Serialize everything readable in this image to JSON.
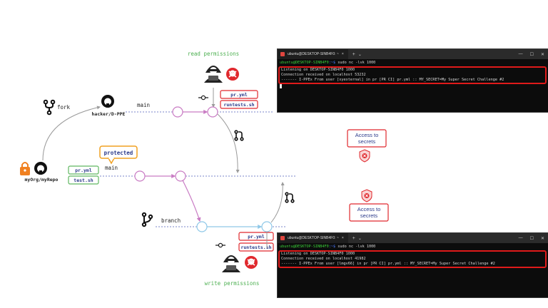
{
  "labels": {
    "read_permissions": "read permissions",
    "write_permissions": "write permissions",
    "fork": "fork",
    "main_top": "main",
    "main_mid": "main",
    "branch": "branch",
    "hacker_repo": "hacker/D-PPE",
    "org_repo": "myOrg/myRepo",
    "protected": "protected",
    "file_pr_top": "pr.yml",
    "file_run_top": "runtests.sh",
    "file_pr_left": "pr.yml",
    "file_test_left": "test.sh",
    "file_pr_bottom": "pr.yml",
    "file_run_bottom": "runtests.sh",
    "access_top_1": "Access to",
    "access_top_2": "secrets",
    "access_bottom_1": "Access to",
    "access_bottom_2": "secrets"
  },
  "colors": {
    "red": "#e0282d",
    "blue_box": "#2b3a8a",
    "green_box": "#5fb760",
    "orange": "#f0a020",
    "main_line": "#c97cc4",
    "branch_line": "#8fc8e8",
    "gray_line": "#9a9a9a",
    "terminal_bg": "#0c0c0c"
  },
  "terminal_top": {
    "tab_title": "ubuntu@DESKTOP-SINB4F0: ~",
    "prompt_user": "ubuntu@DESKTOP-SINB4F0",
    "prompt_path": ":~$",
    "command": " sudo nc -lvk 1000",
    "line1": "Listening on DESKTOP-SINB4F0 1000",
    "line2": "Connection received on localhost 53232",
    "line3": "------- I-PPEx From user [xyexternal] in pr [PR CI] pr.yml :: MY_SECRET=My Super Secret Challenge #2"
  },
  "terminal_bottom": {
    "tab_title": "ubuntu@DESKTOP-SINB4F0: ~",
    "prompt_user": "ubuntu@DESKTOP-SINB4F0",
    "prompt_path": ":~$",
    "command": " sudo nc -lvk 1000",
    "line1": "Listening on DESKTOP-SINB4F0 1000",
    "line2": "Connection received on localhost 41982",
    "line3": "------- I-PPEx From user [lmgv66] in pr [PR CI] pr.yml :: MY_SECRET=My Super Secret Challenge #2"
  },
  "icons": {
    "fork": "git-fork-icon",
    "branch": "git-branch-icon",
    "merge": "pull-request-icon",
    "commit": "commit-icon",
    "hacker": "hacker-icon",
    "github": "github-icon",
    "lock": "lock-icon",
    "shield": "shield-x-icon",
    "skull": "skull-icon"
  }
}
